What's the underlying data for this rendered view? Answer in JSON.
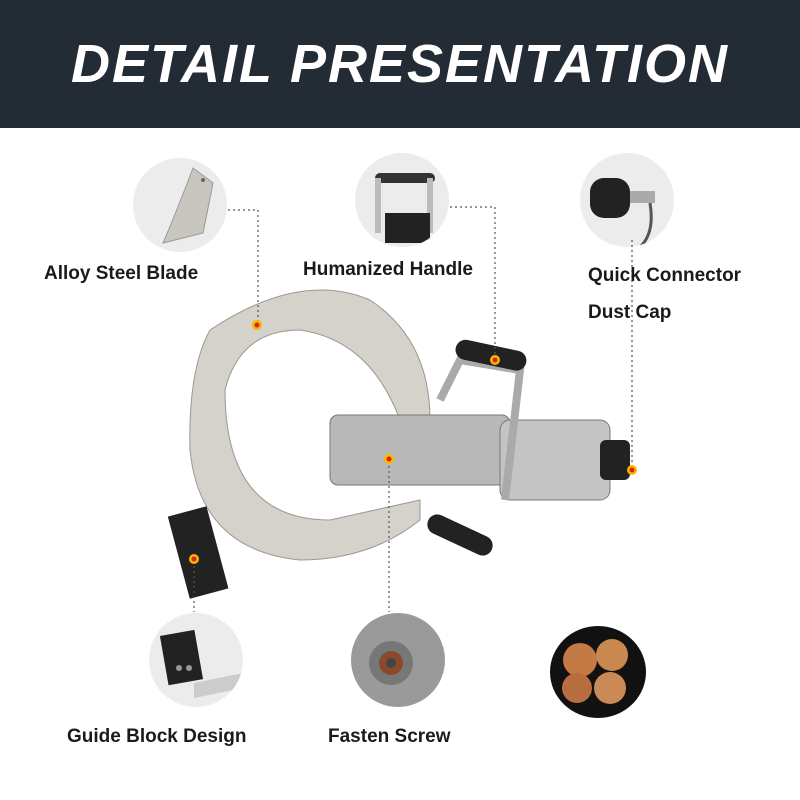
{
  "header": {
    "title": "DETAIL PRESENTATION"
  },
  "callouts": [
    {
      "label": "Alloy Steel Blade"
    },
    {
      "label": "Humanized Handle"
    },
    {
      "label": "Quick Connector",
      "label2": "Dust Cap"
    },
    {
      "label": "Guide Block Design"
    },
    {
      "label": "Fasten Screw"
    }
  ],
  "colors": {
    "header_bg": "#232c34",
    "marker_outer": "#f5b800",
    "marker_inner": "#e02020"
  }
}
